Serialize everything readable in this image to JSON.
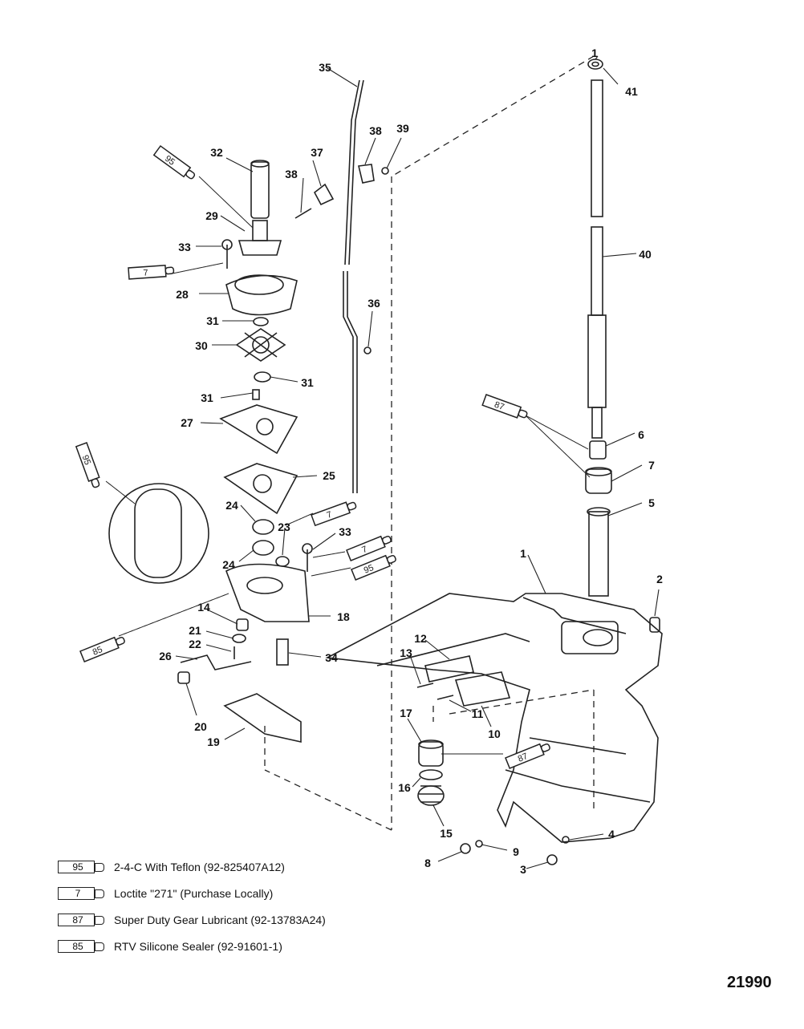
{
  "diagram": {
    "figure_number": "21990",
    "callouts": [
      {
        "id": "c-1a",
        "text": "1"
      },
      {
        "id": "c-41",
        "text": "41"
      },
      {
        "id": "c-35",
        "text": "35"
      },
      {
        "id": "c-38a",
        "text": "38"
      },
      {
        "id": "c-39",
        "text": "39"
      },
      {
        "id": "c-32",
        "text": "32"
      },
      {
        "id": "c-37",
        "text": "37"
      },
      {
        "id": "c-38b",
        "text": "38"
      },
      {
        "id": "c-29",
        "text": "29"
      },
      {
        "id": "c-33a",
        "text": "33"
      },
      {
        "id": "c-40",
        "text": "40"
      },
      {
        "id": "c-28",
        "text": "28"
      },
      {
        "id": "c-36",
        "text": "36"
      },
      {
        "id": "c-31a",
        "text": "31"
      },
      {
        "id": "c-30",
        "text": "30"
      },
      {
        "id": "c-31b",
        "text": "31"
      },
      {
        "id": "c-31c",
        "text": "31"
      },
      {
        "id": "c-27",
        "text": "27"
      },
      {
        "id": "c-6",
        "text": "6"
      },
      {
        "id": "c-7",
        "text": "7"
      },
      {
        "id": "c-25",
        "text": "25"
      },
      {
        "id": "c-5",
        "text": "5"
      },
      {
        "id": "c-24a",
        "text": "24"
      },
      {
        "id": "c-23",
        "text": "23"
      },
      {
        "id": "c-33b",
        "text": "33"
      },
      {
        "id": "c-24b",
        "text": "24"
      },
      {
        "id": "c-1b",
        "text": "1"
      },
      {
        "id": "c-2",
        "text": "2"
      },
      {
        "id": "c-14",
        "text": "14"
      },
      {
        "id": "c-18",
        "text": "18"
      },
      {
        "id": "c-21",
        "text": "21"
      },
      {
        "id": "c-22",
        "text": "22"
      },
      {
        "id": "c-12",
        "text": "12"
      },
      {
        "id": "c-13",
        "text": "13"
      },
      {
        "id": "c-26",
        "text": "26"
      },
      {
        "id": "c-34",
        "text": "34"
      },
      {
        "id": "c-11",
        "text": "11"
      },
      {
        "id": "c-20",
        "text": "20"
      },
      {
        "id": "c-10",
        "text": "10"
      },
      {
        "id": "c-17",
        "text": "17"
      },
      {
        "id": "c-19",
        "text": "19"
      },
      {
        "id": "c-16",
        "text": "16"
      },
      {
        "id": "c-15",
        "text": "15"
      },
      {
        "id": "c-4",
        "text": "4"
      },
      {
        "id": "c-9",
        "text": "9"
      },
      {
        "id": "c-8",
        "text": "8"
      },
      {
        "id": "c-3",
        "text": "3"
      }
    ],
    "tube_codes": {
      "t95a": "95",
      "t7a": "7",
      "t87a": "87",
      "t95b": "95",
      "t7b": "7",
      "t7c": "7",
      "t95c": "95",
      "t85": "85",
      "t87b": "87"
    }
  },
  "legend": [
    {
      "code": "95",
      "text": "2-4-C  With Teflon (92-825407A12)"
    },
    {
      "code": "7",
      "text": "Loctite \"271\" (Purchase Locally)"
    },
    {
      "code": "87",
      "text": "Super Duty Gear Lubricant (92-13783A24)"
    },
    {
      "code": "85",
      "text": "RTV Silicone Sealer (92-91601-1)"
    }
  ]
}
